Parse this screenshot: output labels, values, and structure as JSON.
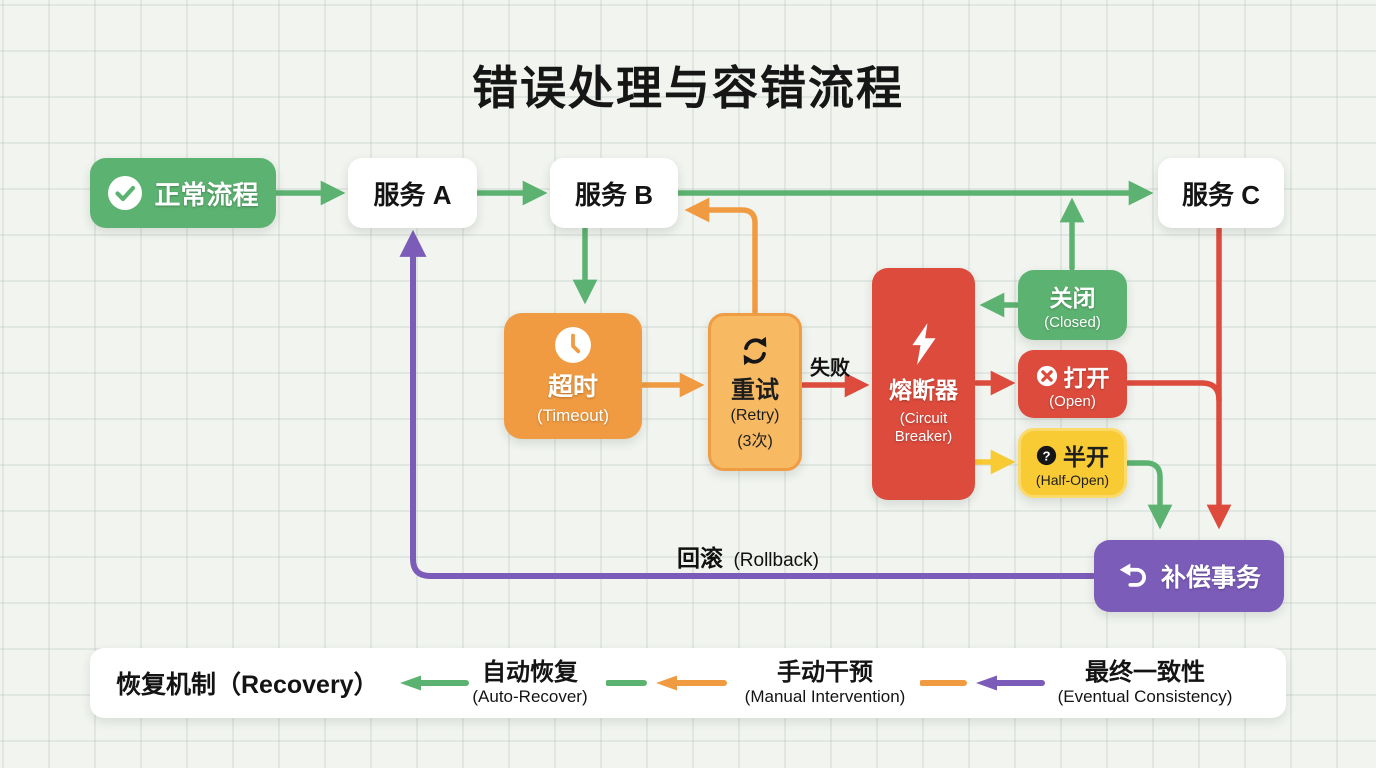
{
  "title": "错误处理与容错流程",
  "nodes": {
    "normal_flow": {
      "label": "正常流程",
      "icon": "check-circle-icon"
    },
    "service_a": {
      "label": "服务 A"
    },
    "service_b": {
      "label": "服务 B"
    },
    "service_c": {
      "label": "服务 C"
    },
    "timeout": {
      "label": "超时",
      "sublabel": "(Timeout)",
      "icon": "clock-icon"
    },
    "retry": {
      "label": "重试",
      "sublabel": "(Retry)",
      "sublabel2": "(3次)",
      "icon": "refresh-icon"
    },
    "circuit_breaker": {
      "label": "熔断器",
      "sublabel": "(Circuit Breaker)",
      "icon": "lightning-icon"
    },
    "closed": {
      "label": "关闭",
      "sublabel": "(Closed)"
    },
    "open": {
      "label": "打开",
      "sublabel": "(Open)",
      "icon": "x-circle-icon"
    },
    "half_open": {
      "label": "半开",
      "sublabel": "(Half-Open)",
      "icon": "question-circle-icon"
    },
    "compensation": {
      "label": "补偿事务",
      "icon": "undo-icon"
    }
  },
  "edge_labels": {
    "failure": "失败",
    "rollback": "回滚",
    "rollback_en": "(Rollback)"
  },
  "recovery_bar": {
    "title": "恢复机制（Recovery）",
    "items": [
      {
        "label": "自动恢复",
        "sublabel": "(Auto-Recover)"
      },
      {
        "label": "手动干预",
        "sublabel": "(Manual Intervention)"
      },
      {
        "label": "最终一致性",
        "sublabel": "(Eventual Consistency)"
      }
    ]
  },
  "colors": {
    "green": "#5cb270",
    "orange": "#f09b41",
    "orange_light": "#f7ba63",
    "red": "#dd4b3d",
    "yellow": "#f8ca33",
    "purple": "#7b5cb8",
    "background": "#f1f4ef"
  }
}
